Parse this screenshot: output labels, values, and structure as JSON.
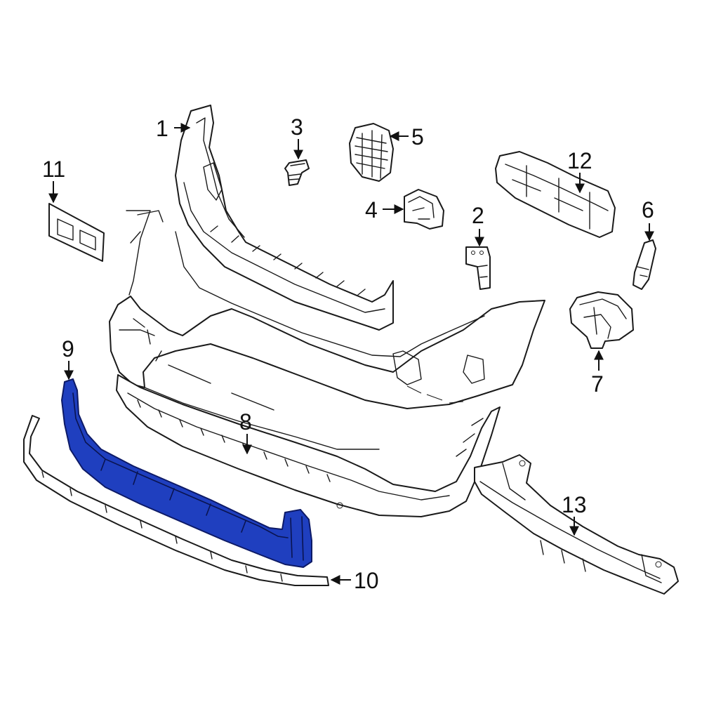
{
  "colors": {
    "line": "#1a1a1a",
    "highlight": "#1f3fbf",
    "background": "#ffffff"
  },
  "callouts": [
    {
      "number": "1"
    },
    {
      "number": "2"
    },
    {
      "number": "3"
    },
    {
      "number": "4"
    },
    {
      "number": "5"
    },
    {
      "number": "6"
    },
    {
      "number": "7"
    },
    {
      "number": "8"
    },
    {
      "number": "9"
    },
    {
      "number": "10"
    },
    {
      "number": "11"
    },
    {
      "number": "12"
    },
    {
      "number": "13"
    }
  ],
  "highlighted_callout": "9"
}
